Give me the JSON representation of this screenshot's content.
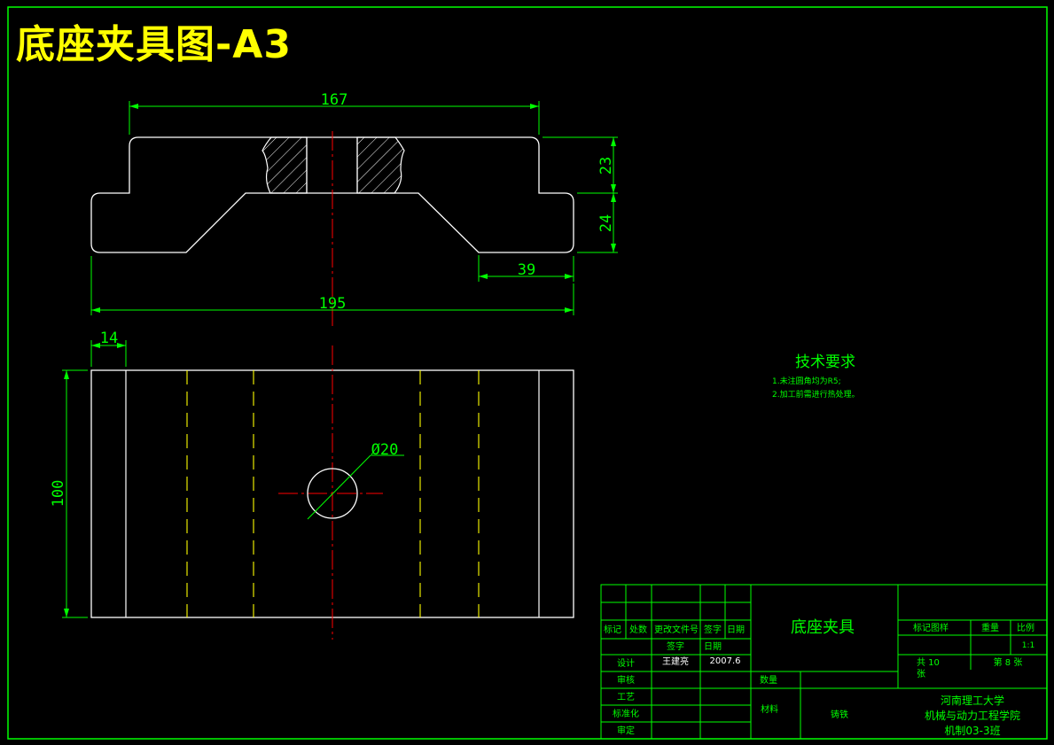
{
  "title": "底座夹具图-A3",
  "dimensions": {
    "top_width": "167",
    "top_height": "23",
    "base_height": "24",
    "base_step": "39",
    "base_width": "195",
    "edge_offset": "14",
    "plan_height": "100",
    "hole_diameter": "Ø20"
  },
  "technical_requirements": {
    "heading": "技术要求",
    "items": [
      "1.未注圆角均为R5;",
      "2.加工前需进行热处理。"
    ]
  },
  "title_block": {
    "part_name": "底座夹具",
    "col_headers": [
      "标记",
      "处数",
      "更改文件号",
      "签字",
      "日期"
    ],
    "sign_row": [
      "签字",
      "日期"
    ],
    "roles": [
      "设计",
      "审核",
      "工艺",
      "标准化",
      "审定"
    ],
    "designer": "王建亮",
    "design_date": "2007.6",
    "stage_mark_label": "标记图样",
    "weight_label": "重量",
    "scale_label": "比例",
    "scale_value": "1:1",
    "sheets_total": "共 10",
    "sheets_total_unit": "张",
    "sheet_number": "第 8 张",
    "quantity_label": "数量",
    "material_label": "材料",
    "material_value": "铸铁",
    "school": "河南理工大学",
    "college": "机械与动力工程学院",
    "class": "机制03-3班"
  },
  "colors": {
    "background": "#000000",
    "frame": "#00ff00",
    "outline": "#ffffff",
    "centerline": "#ff0000",
    "hidden_line": "#ffff00",
    "title": "#ffff00"
  }
}
